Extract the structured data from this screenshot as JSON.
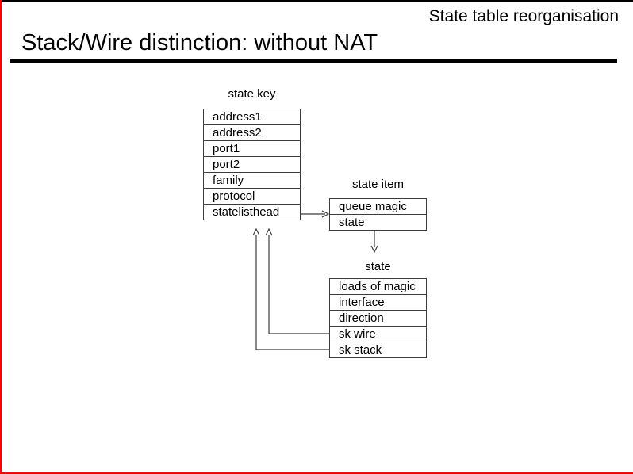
{
  "slide": {
    "corner_title": "State table reorganisation",
    "heading": "Stack/Wire distinction: without NAT"
  },
  "diagram": {
    "state_key": {
      "title": "state key",
      "rows": [
        "address1",
        "address2",
        "port1",
        "port2",
        "family",
        "protocol",
        "statelisthead"
      ]
    },
    "state_item": {
      "title": "state item",
      "rows": [
        "queue magic",
        "state"
      ]
    },
    "state": {
      "title": "state",
      "rows": [
        "loads of magic",
        "interface",
        "direction",
        "sk wire",
        "sk stack"
      ]
    },
    "connectors": [
      {
        "from": "statelisthead",
        "to": "state item",
        "direction": "right"
      },
      {
        "from": "state",
        "to": "state table",
        "direction": "down"
      },
      {
        "from": "sk wire",
        "to": "state key",
        "direction": "up"
      },
      {
        "from": "sk stack",
        "to": "state key",
        "direction": "up"
      }
    ]
  },
  "colors": {
    "frame_red": "#ff0000",
    "rule_black": "#000000",
    "diagram_line": "#3c3c3c"
  }
}
